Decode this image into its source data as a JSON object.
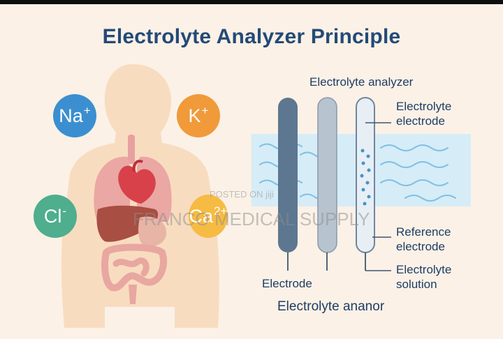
{
  "title": "Electrolyte Analyzer Principle",
  "ions": {
    "na": {
      "text": "Na",
      "sup": "+",
      "color": "#3b8fd0"
    },
    "k": {
      "text": "K",
      "sup": "+",
      "color": "#f09a3a"
    },
    "cl": {
      "text": "Cl",
      "sup": "-",
      "color": "#4fae8d"
    },
    "ca": {
      "text": "Ca",
      "sup": "2+",
      "color": "#f6bb42"
    }
  },
  "labels": {
    "analyzer": "Electrolyte analyzer",
    "electrolyte_electrode_line1": "Electrolyte",
    "electrolyte_electrode_line2": "electrode",
    "reference_electrode_line1": "Reference",
    "reference_electrode_line2": "electrode",
    "electrolyte_solution_line1": "Electrolyte",
    "electrolyte_solution_line2": "solution",
    "electrode": "Electrode",
    "bottom_caption": "Electrolyte ananor"
  },
  "watermark": {
    "posted": "POSTED ON jiji",
    "supply": "FRANCO MEDICAL SUPPLY"
  },
  "colors": {
    "title": "#234a78",
    "body": "#f8dcc0",
    "solution": "#d6ecf7",
    "electrode_dark": "#5d7790",
    "electrode_mid": "#b7c3cf",
    "electrode_light": "#e7eef4"
  }
}
